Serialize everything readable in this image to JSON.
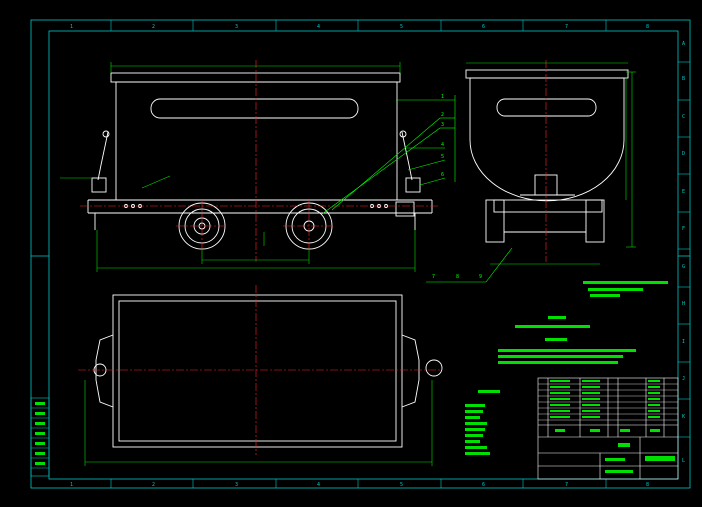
{
  "drawing": {
    "columns": [
      "1",
      "2",
      "3",
      "4",
      "5",
      "6",
      "7",
      "8"
    ],
    "rows": [
      "A",
      "B",
      "C",
      "D",
      "E",
      "F",
      "G",
      "H",
      "I",
      "J",
      "K",
      "L"
    ],
    "part_numbers": [
      "1",
      "2",
      "3",
      "4",
      "5",
      "6"
    ],
    "bottom_labels": [
      "7",
      "8",
      "9"
    ],
    "title_block": {
      "col_headers": [
        "",
        "",
        "",
        "",
        ""
      ],
      "drawing_title": ""
    }
  },
  "colors": {
    "background": "#000000",
    "frame": "#00c8c8",
    "geometry": "#ffffff",
    "centerline": "#ff2020",
    "dimension": "#00e000",
    "leader": "#00ff00"
  }
}
